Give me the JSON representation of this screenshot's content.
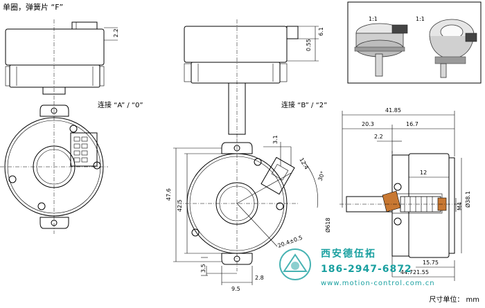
{
  "header_note": "单圈，弹簧片 “F”",
  "caption_a": "连接 “A” / “0”",
  "caption_b": "连接 “B” / “2”",
  "unit_note": "尺寸单位： mm",
  "photo_scale_left": "1:1",
  "photo_scale_right": "1:1",
  "watermark": {
    "name": "西安德伍拓",
    "phone": "186-2947-6872",
    "url": "www.motion-control.com.cn"
  },
  "dims": {
    "d_2_2_top": "2.2",
    "d_6_1": "6.1",
    "d_0_55": "0.55",
    "d_41_85": "41.85",
    "d_20_3": "20.3",
    "d_16_7": "16.7",
    "d_2_2_side": "2.2",
    "d_12": "12",
    "d_38": "Ø38.1",
    "d_m4": "M4",
    "d_15_75": "15.75",
    "d_21_55": "21.55",
    "d_47_6": "47.6",
    "d_42_5": "42.5",
    "d_3_1": "3.1",
    "d_12_4": "12.4",
    "d_30": "30°",
    "d_618": "Ø618",
    "d_20_4": "20.4±0.5",
    "d_3_5": "3.5",
    "d_2_8": "2.8",
    "d_9_5": "9.5",
    "d_44_7": "44.7"
  },
  "colors": {
    "line": "#000000",
    "watermark": "#1aa0a0",
    "thread": "#c87832"
  }
}
